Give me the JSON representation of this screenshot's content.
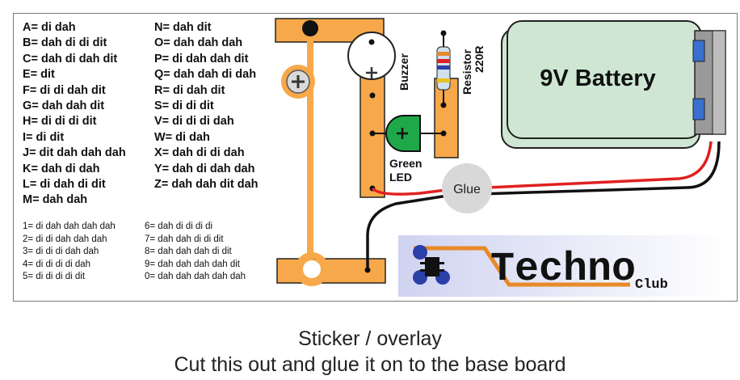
{
  "morse_letters_col1": [
    "A= di dah",
    "B= dah di di dit",
    "C= dah di dah dit",
    "E= dit",
    "F= di di dah dit",
    "G= dah dah dit",
    "H= di di di dit",
    "I= di dit",
    "J= dit dah dah dah",
    "K= dah di dah",
    "L= di dah di dit",
    "M= dah dah"
  ],
  "morse_letters_col2": [
    "N= dah dit",
    "O= dah dah dah",
    "P= di dah dah dit",
    "Q= dah dah di dah",
    "R= di dah dit",
    "S= di di dit",
    "V= di di di dah",
    "W= di dah",
    "X= dah di di dah",
    "Y= dah di dah dah",
    "Z= dah dah dit dah"
  ],
  "morse_numbers_col1": [
    "1= di dah dah dah dah",
    "2= di di dah dah dah",
    "3= di di di dah dah",
    "4= di di di di dah",
    "5= di di di di dit"
  ],
  "morse_numbers_col2": [
    "6= dah di di di di",
    "7= dah dah di di dit",
    "8= dah dah dah di dit",
    "9= dah dah dah dah dit",
    "0= dah dah dah dah dah"
  ],
  "components": {
    "battery": "9V Battery",
    "buzzer": "Buzzer",
    "resistor": "Resistor",
    "resistor_value": "220R",
    "led_line1": "Green",
    "led_line2": "LED",
    "glue": "Glue"
  },
  "logo": {
    "word": "Techno",
    "suffix": "Club"
  },
  "caption": {
    "line1": "Sticker / overlay",
    "line2": "Cut this out and glue it on to the base board"
  },
  "colors": {
    "track": "#f7a84a",
    "track_dark": "#e8892a",
    "battery": "#cfe7d2",
    "led": "#1fa84a",
    "wire_red": "#e02020",
    "wire_black": "#111111",
    "logo_band": "#e8eaf7"
  }
}
